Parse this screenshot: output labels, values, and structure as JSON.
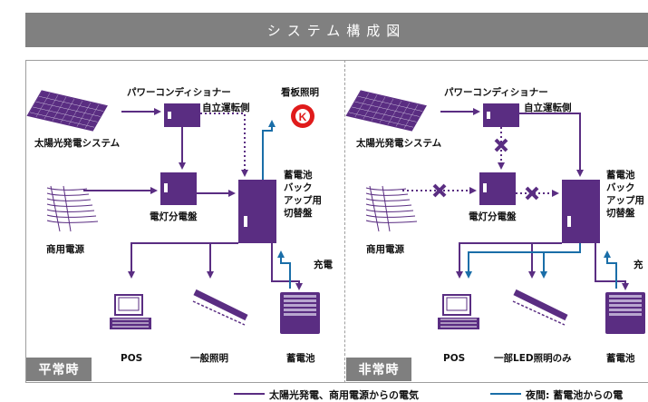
{
  "title": "システム構成図",
  "colors": {
    "purple": "#5a2d82",
    "blue": "#1a6ea8",
    "gray": "#7f7f7f"
  },
  "left": {
    "mode": "平常時",
    "labels": {
      "pcs": "パワーコンディショナー",
      "self_run": "自立運転側",
      "sign": "看板照明",
      "solar": "太陽光発電システム",
      "panelboard": "電灯分電盤",
      "battery_switch": "蓄電池\nバック\nアップ用\n切替盤",
      "grid": "商用電源",
      "charge": "充電",
      "pos": "POS",
      "light": "一般照明",
      "battery": "蓄電池"
    }
  },
  "right": {
    "mode": "非常時",
    "labels": {
      "pcs": "パワーコンディショナー",
      "self_run": "自立運転側",
      "solar": "太陽光発電システム",
      "panelboard": "電灯分電盤",
      "battery_switch": "蓄電池\nバック\nアップ用\n切替盤",
      "grid": "商用電源",
      "charge": "充",
      "pos": "POS",
      "light": "一部LED照明のみ",
      "battery": "蓄電池"
    }
  },
  "legend": {
    "purple": "太陽光発電、商用電源からの電気",
    "blue": "夜間: 蓄電池からの電"
  }
}
